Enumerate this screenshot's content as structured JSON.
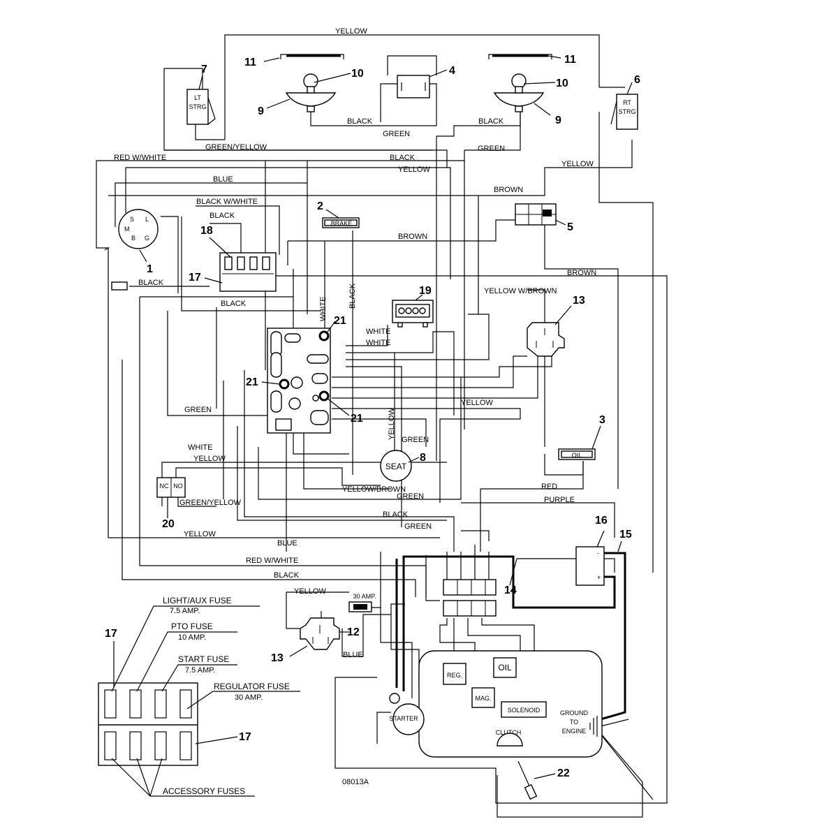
{
  "diagram_code": "08013A",
  "wire_labels": {
    "yellow_top": "YELLOW",
    "black_left_lamp": "BLACK",
    "black_right_lamp": "BLACK",
    "green_top": "GREEN",
    "green_yellow_top": "GREEN/YELLOW",
    "green_right": "GREEN",
    "red_w_white_top": "RED W/WHITE",
    "black_mid": "BLACK",
    "yellow_mid": "YELLOW",
    "yellow_rt": "YELLOW",
    "blue_top": "BLUE",
    "brown_top": "BROWN",
    "black_w_white": "BLACK W/WHITE",
    "black_sw": "BLACK",
    "brown_mid": "BROWN",
    "brown_right": "BROWN",
    "black_conn": "BLACK",
    "white_vert": "WHITE",
    "black_vert": "BLACK",
    "black_left2": "BLACK",
    "yellow_w_brown": "YELLOW W/BROWN",
    "white_1": "WHITE",
    "white_2": "WHITE",
    "green_left": "GREEN",
    "yellow_ctr": "YELLOW",
    "yellow_vert": "YELLOW",
    "green_seat": "GREEN",
    "white_left": "WHITE",
    "yellow_left": "YELLOW",
    "green_yellow_left": "GREEN/YELLOW",
    "yellow_brown": "YELLOW/BROWN",
    "green_low": "GREEN",
    "red": "RED",
    "purple": "PURPLE",
    "black_low": "BLACK",
    "green_low2": "GREEN",
    "yellow_low": "YELLOW",
    "blue_low": "BLUE",
    "red_w_white_low": "RED W/WHITE",
    "black_bottom": "BLACK",
    "yellow_bottom": "YELLOW",
    "blue_bottom": "BLUE"
  },
  "component_labels": {
    "brake": "BRAKE",
    "lt_strg_1": "LT",
    "lt_strg_2": "STRG",
    "rt_strg_1": "RT",
    "rt_strg_2": "STRG",
    "oil_switch": "OIL",
    "seat": "SEAT",
    "fuse_30": "30 AMP.",
    "reg": "REG.",
    "oil_engine": "OIL",
    "mag": "MAG.",
    "solenoid": "SOLENOID",
    "starter": "STARTER",
    "ground_1": "GROUND",
    "ground_2": "TO",
    "ground_3": "ENGINE",
    "clutch": "CLUTCH",
    "nc": "NC",
    "no": "NO",
    "key_s": "S",
    "key_l": "L",
    "key_m": "M",
    "key_b": "B",
    "key_g": "G"
  },
  "callouts": [
    "1",
    "2",
    "3",
    "4",
    "5",
    "6",
    "7",
    "8",
    "9",
    "9",
    "10",
    "10",
    "11",
    "11",
    "12",
    "13",
    "13",
    "14",
    "15",
    "16",
    "17",
    "17",
    "18",
    "19",
    "20",
    "21",
    "21",
    "21",
    "22"
  ],
  "fuse_legend": {
    "light_aux": "LIGHT/AUX FUSE",
    "light_aux_rating": "7.5 AMP.",
    "pto": "PTO FUSE",
    "pto_rating": "10 AMP.",
    "start": "START FUSE",
    "start_rating": "7.5 AMP.",
    "regulator": "REGULATOR FUSE",
    "regulator_rating": "30 AMP.",
    "accessory": "ACCESSORY FUSES"
  }
}
